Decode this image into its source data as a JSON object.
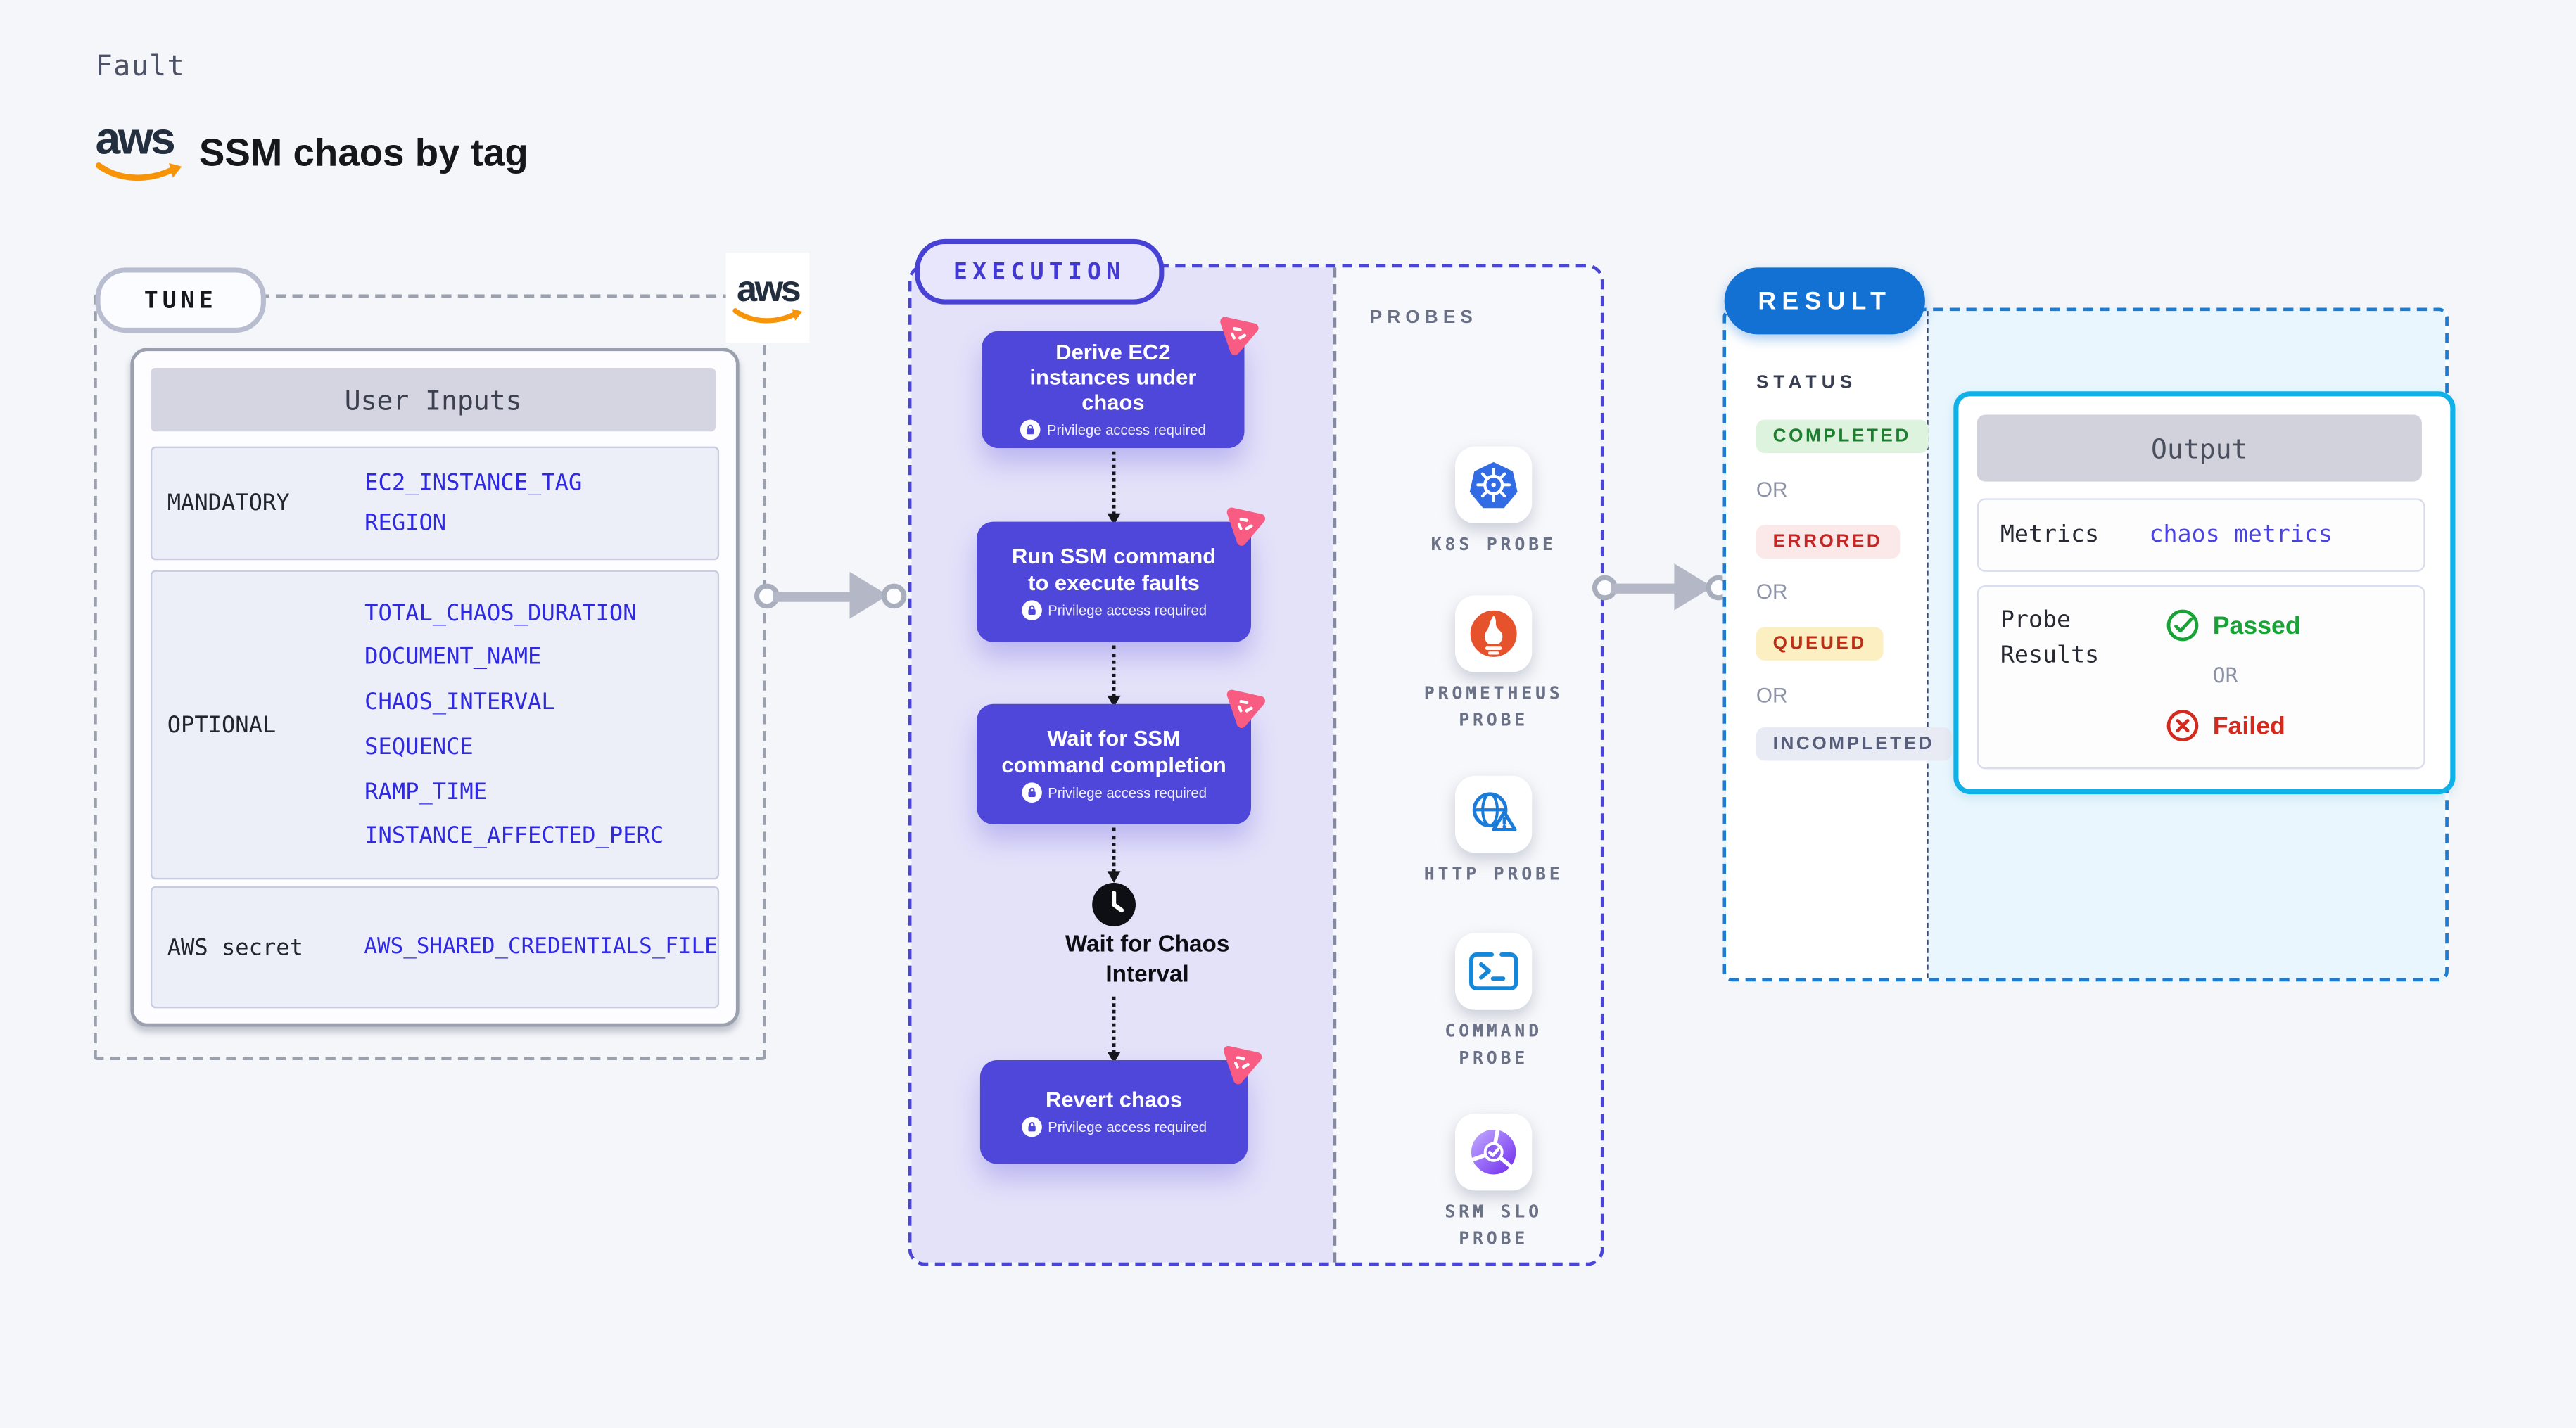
{
  "page": {
    "kind_label": "Fault",
    "title": "SSM chaos by tag"
  },
  "aws_logo_text": "aws",
  "tune": {
    "badge": "TUNE",
    "table_title": "User Inputs",
    "rows": [
      {
        "label": "MANDATORY",
        "values": [
          "EC2_INSTANCE_TAG",
          "REGION"
        ]
      },
      {
        "label": "OPTIONAL",
        "values": [
          "TOTAL_CHAOS_DURATION",
          "DOCUMENT_NAME",
          "CHAOS_INTERVAL",
          "SEQUENCE",
          "RAMP_TIME",
          "INSTANCE_AFFECTED_PERC"
        ]
      },
      {
        "label": "AWS secret",
        "values": [
          "AWS_SHARED_CREDENTIALS_FILE"
        ]
      }
    ]
  },
  "execution": {
    "badge": "EXECUTION",
    "privilege_note": "Privilege access required",
    "steps": [
      {
        "title": "Derive EC2 instances under chaos"
      },
      {
        "title": "Run SSM command to execute faults"
      },
      {
        "title": "Wait for SSM command completion"
      },
      {
        "title": "Revert chaos"
      }
    ],
    "wait_step": "Wait for Chaos Interval"
  },
  "probes": {
    "label": "PROBES",
    "items": [
      {
        "name": "K8S PROBE"
      },
      {
        "name": "PROMETHEUS PROBE"
      },
      {
        "name": "HTTP PROBE"
      },
      {
        "name": "COMMAND PROBE"
      },
      {
        "name": "SRM SLO PROBE"
      }
    ]
  },
  "result": {
    "badge": "RESULT",
    "status_label": "STATUS",
    "or_label": "OR",
    "statuses": [
      "COMPLETED",
      "ERRORED",
      "QUEUED",
      "INCOMPLETED"
    ],
    "output": {
      "title": "Output",
      "metrics_label": "Metrics",
      "metrics_value": "chaos metrics",
      "probe_results_label": "Probe Results",
      "passed": "Passed",
      "failed": "Failed"
    }
  },
  "colors": {
    "page_bg": "#F4F6F9",
    "step_indigo": "#4F46DA",
    "execution_lavender": "#E4E2F9",
    "execution_border": "#4A45D6",
    "chaos_pink": "#F85C82",
    "value_blue": "#2F2AE2",
    "metrics_blue_violet": "#4B42E2",
    "result_blue": "#1271D3",
    "result_dashed_blue": "#1B7CD6",
    "output_cyan_border": "#10B0E8",
    "passed_green": "#17A336",
    "failed_red": "#D32A1E",
    "completed_green": "#1C7E2E",
    "errored_red": "#C42525",
    "queued_amber_bg": "#FCEFC2",
    "incompleted_gray": "#575E7A",
    "aws_navy": "#232F3E",
    "aws_orange": "#F79408"
  }
}
